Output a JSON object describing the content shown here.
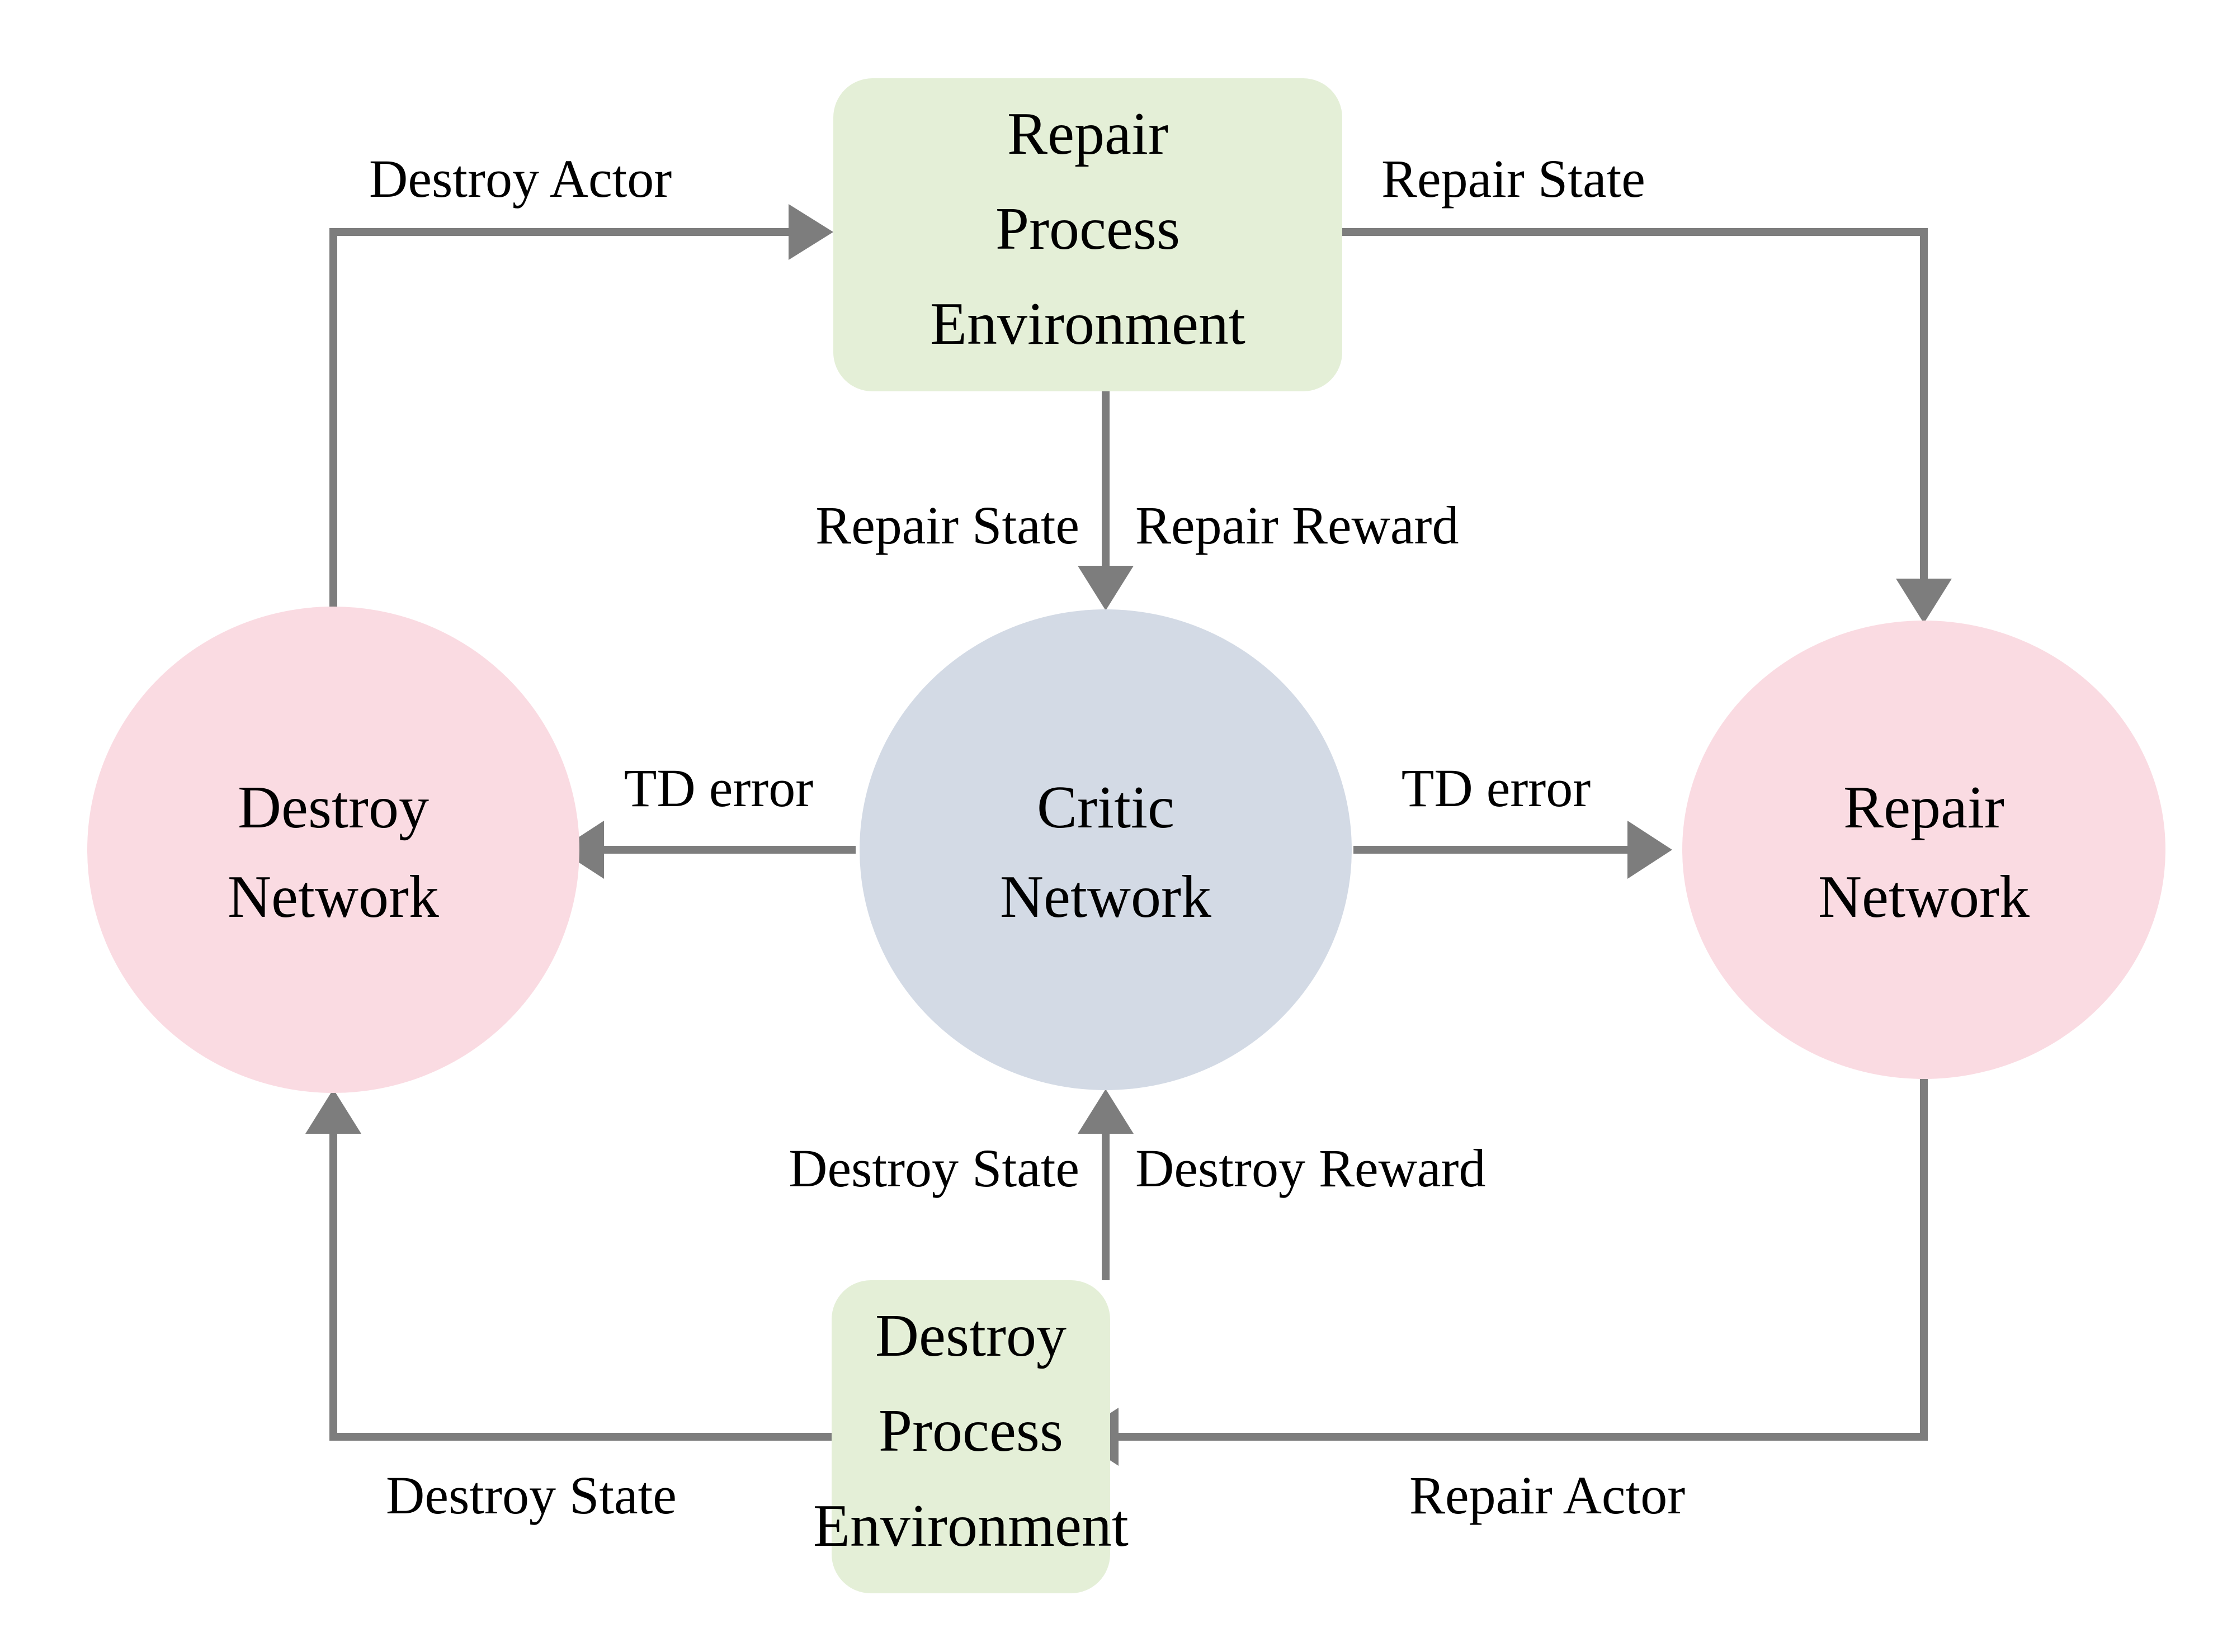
{
  "diagram": {
    "title": "Actor-Critic Destroy/Repair Reinforcement Learning Architecture",
    "background_color": "#ffffff",
    "colors": {
      "environment_box_fill": "#e4efd7",
      "actor_circle_fill": "#fadbe2",
      "critic_circle_fill": "#d3dae5",
      "edge_stroke": "#7d7d7d",
      "text": "#000000"
    },
    "nodes": [
      {
        "id": "repair-process-environment",
        "shape": "rounded-rect",
        "fill": "#e4efd7",
        "lines": [
          "Repair",
          "Process",
          "Environment"
        ]
      },
      {
        "id": "destroy-process-environment",
        "shape": "rounded-rect",
        "fill": "#e4efd7",
        "lines": [
          "Destroy",
          "Process",
          "Environment"
        ]
      },
      {
        "id": "destroy-network",
        "shape": "ellipse",
        "fill": "#fadbe2",
        "lines": [
          "Destroy",
          "Network"
        ]
      },
      {
        "id": "critic-network",
        "shape": "ellipse",
        "fill": "#d3dae5",
        "lines": [
          "Critic",
          "Network"
        ]
      },
      {
        "id": "repair-network",
        "shape": "ellipse",
        "fill": "#fadbe2",
        "lines": [
          "Repair",
          "Network"
        ]
      }
    ],
    "edges": [
      {
        "id": "destroy-actor",
        "label": "Destroy Actor",
        "from": "destroy-network",
        "to": "repair-process-environment",
        "direction": "right"
      },
      {
        "id": "repair-state-outer",
        "label": "Repair State",
        "from": "repair-process-environment",
        "to": "repair-network",
        "direction": "down"
      },
      {
        "id": "repair-state-inner",
        "label": "Repair State",
        "from": "repair-process-environment",
        "to": "critic-network",
        "direction": "down"
      },
      {
        "id": "repair-reward",
        "label": "Repair Reward",
        "from": "repair-process-environment",
        "to": "critic-network",
        "direction": "down"
      },
      {
        "id": "td-error-left",
        "label": "TD error",
        "from": "critic-network",
        "to": "destroy-network",
        "direction": "left"
      },
      {
        "id": "td-error-right",
        "label": "TD error",
        "from": "critic-network",
        "to": "repair-network",
        "direction": "right"
      },
      {
        "id": "destroy-state-inner",
        "label": "Destroy State",
        "from": "destroy-process-environment",
        "to": "critic-network",
        "direction": "up"
      },
      {
        "id": "destroy-reward",
        "label": "Destroy Reward",
        "from": "destroy-process-environment",
        "to": "critic-network",
        "direction": "up"
      },
      {
        "id": "destroy-state-outer",
        "label": "Destroy State",
        "from": "destroy-process-environment",
        "to": "destroy-network",
        "direction": "up"
      },
      {
        "id": "repair-actor",
        "label": "Repair Actor",
        "from": "repair-network",
        "to": "destroy-process-environment",
        "direction": "left"
      }
    ]
  }
}
